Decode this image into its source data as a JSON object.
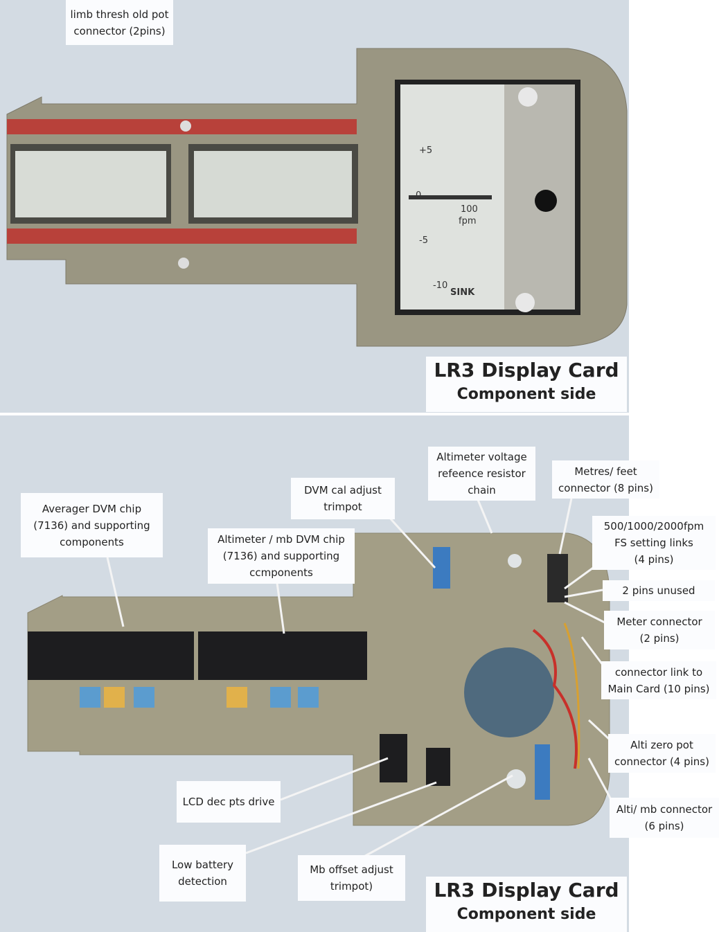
{
  "top": {
    "label_limb": [
      "limb thresh old pot",
      "connector (2pins)"
    ],
    "title": "LR3 Display Card",
    "subtitle": "Component side",
    "meter": {
      "plus5": "+5",
      "zero": "0",
      "minus5": "-5",
      "minus10": "-10",
      "scale": "100",
      "unit": "fpm",
      "sink": "SINK"
    }
  },
  "bottom": {
    "labels": {
      "averager": [
        "Averager DVM chip",
        "(7136) and supporting",
        "components"
      ],
      "dvm_cal": [
        "DVM cal adjust",
        "trimpot"
      ],
      "alt_dvm": [
        "Altimeter / mb DVM chip",
        "(7136) and supporting",
        "ccmponents"
      ],
      "alt_ref": [
        "Altimeter voltage",
        "refeence resistor",
        "chain"
      ],
      "metres": [
        "Metres/ feet",
        "connector (8 pins)"
      ],
      "fs": [
        "500/1000/2000fpm",
        "FS setting links",
        "(4 pins)"
      ],
      "unused": [
        "2 pins unused"
      ],
      "meter_conn": [
        "Meter connector",
        "(2 pins)"
      ],
      "main_link": [
        "connector link to",
        "Main Card (10 pins)"
      ],
      "alti_zero": [
        "Alti zero pot",
        "connector (4 pins)"
      ],
      "alti_mb": [
        "Alti/ mb connector",
        "(6 pins)"
      ],
      "lcd_dec": [
        "LCD dec pts drive"
      ],
      "low_bat": [
        "Low battery",
        "detection"
      ],
      "mb_offset": [
        "Mb offset adjust",
        "trimpot)"
      ]
    },
    "title": "LR3 Display Card",
    "subtitle": "Component side"
  }
}
